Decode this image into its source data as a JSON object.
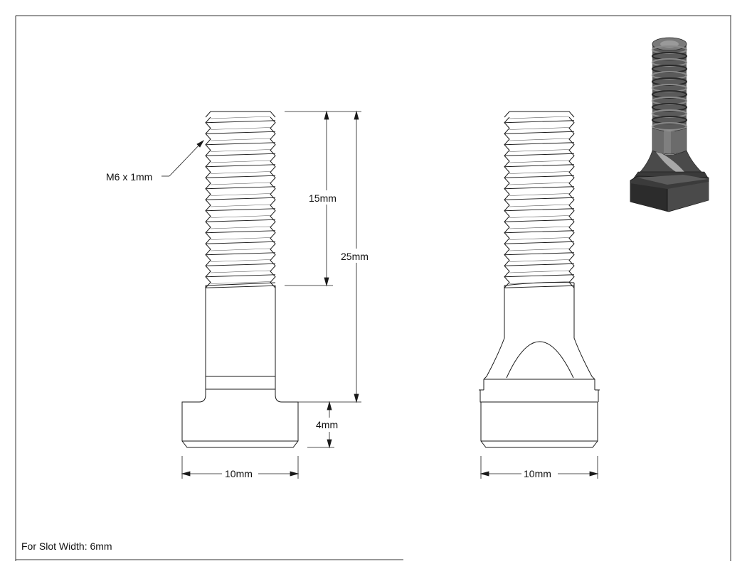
{
  "drawing": {
    "callout_thread": "M6 x 1mm",
    "dim_thread_length": "15mm",
    "dim_total_length": "25mm",
    "dim_head_height": "4mm",
    "dim_head_width_front": "10mm",
    "dim_head_width_side": "10mm",
    "note_slot_width": "For Slot Width: 6mm"
  },
  "colors": {
    "line": "#1a1a1a",
    "render_dark": "#3a3a3a",
    "render_mid": "#6b6b6b",
    "render_light": "#a8a8a8"
  }
}
